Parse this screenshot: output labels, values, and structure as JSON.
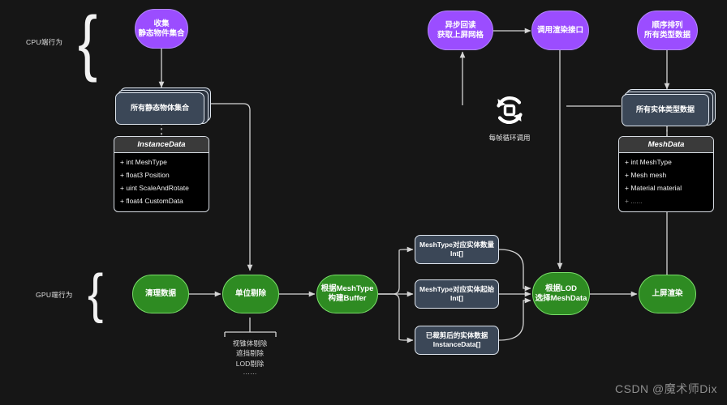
{
  "diagram": {
    "title": "GPU Instancing Pipeline Flowchart",
    "background": "#161616",
    "colors": {
      "purple": "#9b4dff",
      "green": "#2e8b22",
      "slate": "#3b4757",
      "line": "#d5d5d5",
      "text": "#ffffff"
    },
    "side_labels": [
      {
        "id": "cpu",
        "label": "CPU端行为"
      },
      {
        "id": "gpu",
        "label": "GPU端行为"
      }
    ],
    "nodes": {
      "collect": "收集\n静态物件集合",
      "all_static_objects": "所有静态物体集合",
      "async_readback": "异步回读\n获取上屏网格",
      "call_render_api": "调用渲染接口",
      "sort_all_types": "顺序排列\n所有类型数据",
      "all_entity_type_data": "所有实体类型数据",
      "clear_data": "清理数据",
      "unit_cull": "单位剔除",
      "build_buffer": "根据MeshType\n构建Buffer",
      "mesh_count": "MeshType对应实体数量\nInt[]",
      "mesh_start": "MeshType对应实体起始\nInt[]",
      "culled_entity_data": "已裁剪后的实体数据\nInstanceData[]",
      "select_meshdata": "根据LOD\n选择MeshData",
      "present_render": "上屏渲染"
    },
    "uml": [
      {
        "id": "instance-data",
        "name": "InstanceData",
        "rows": [
          {
            "text": "+ int MeshType",
            "dim": false
          },
          {
            "text": "+ float3 Position",
            "dim": false
          },
          {
            "text": "+ uint ScaleAndRotate",
            "dim": false
          },
          {
            "text": "+ float4 CustomData",
            "dim": false
          }
        ]
      },
      {
        "id": "mesh-data",
        "name": "MeshData",
        "rows": [
          {
            "text": "+ int MeshType",
            "dim": false
          },
          {
            "text": "+ Mesh mesh",
            "dim": false
          },
          {
            "text": "+ Material material",
            "dim": false
          },
          {
            "text": "+ ......",
            "dim": true
          }
        ]
      }
    ],
    "annotations": {
      "cull_list": "视锥体剔除\n遮挡剔除\nLOD剔除\n······",
      "loop_caption": "每帧循环调用",
      "loop_icon": "refresh-loop-icon"
    },
    "watermark": "CSDN @魔术师Dix"
  }
}
